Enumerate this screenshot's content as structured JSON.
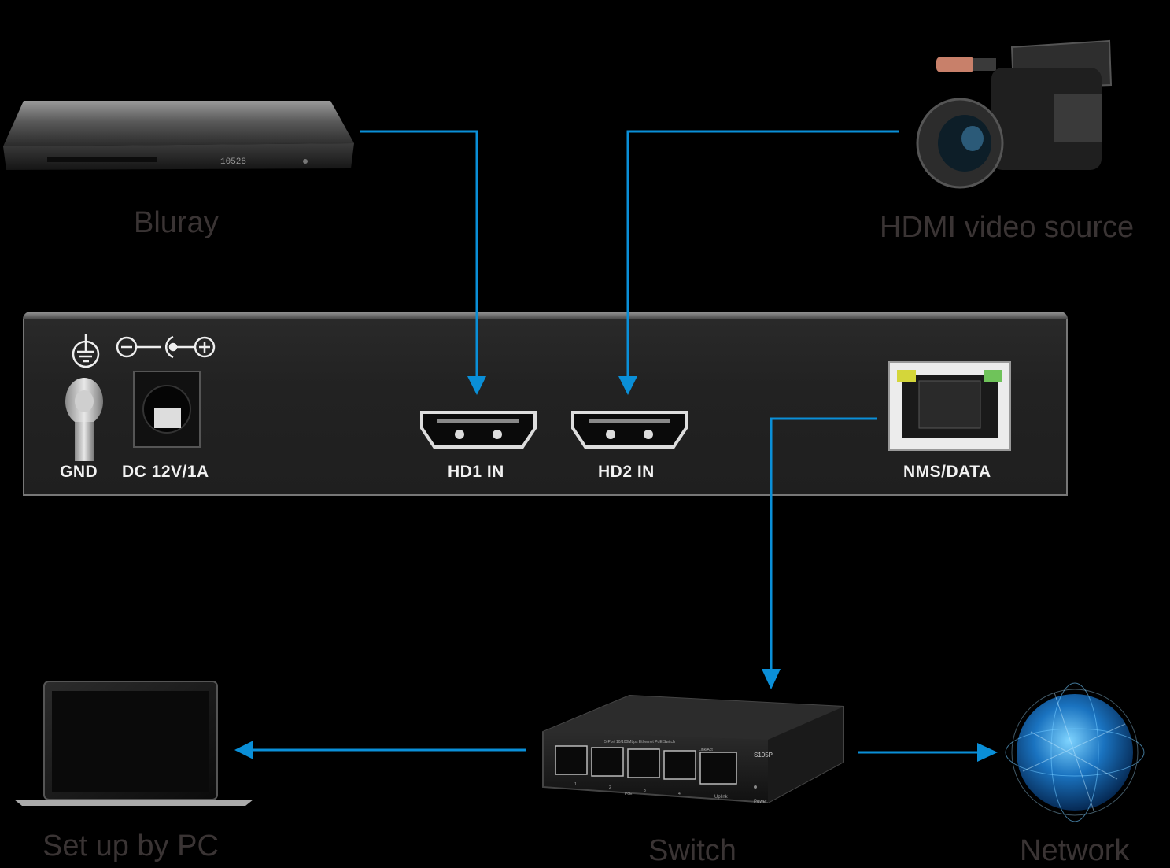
{
  "devices": {
    "bluray": {
      "label": "Bluray",
      "display": "10528"
    },
    "camera": {
      "label": "HDMI video source"
    },
    "pc": {
      "label": "Set up by PC"
    },
    "switch": {
      "label": "Switch",
      "model": "S105P",
      "desc": "5-Port 10/100Mbps Ethernet PoE Switch",
      "link_act": "Link/Act",
      "uplink": "Uplink",
      "power": "Power",
      "poe": "PoE",
      "port_numbers": [
        "1",
        "2",
        "3",
        "4"
      ]
    },
    "network": {
      "label": "Network"
    }
  },
  "panel": {
    "ports": {
      "gnd": "GND",
      "dc": "DC 12V/1A",
      "hd1": "HD1 IN",
      "hd2": "HD2 IN",
      "nms": "NMS/DATA"
    }
  },
  "colors": {
    "connector": "#0a8fd8",
    "caption": "#3a3434",
    "port_label": "#f2f2f2"
  }
}
